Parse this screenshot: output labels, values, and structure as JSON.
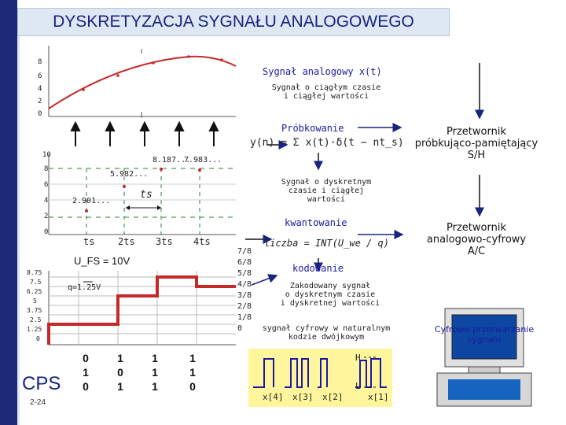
{
  "title": "DYSKRETYZACJA SYGNAŁU ANALOGOWEGO",
  "footer": {
    "logo": "CPS",
    "page": "2-24"
  },
  "stages": {
    "analog_label": "Sygnał analogowy x(t)",
    "analog_desc": "Sygnał o ciągłym czasie\ni ciągłej wartości",
    "sampling_label": "Próbkowanie",
    "sampled_desc": "Sygnał o dyskretnym\nczasie i ciągłej wartości",
    "quant_label": "kwantowanie",
    "coding_label": "kodowanie",
    "coded_desc": "Zakodowany sygnał\no dyskretnym czasie\ni dyskretnej wartości",
    "binary_desc": "sygnał cyfrowy w naturalnym\nkodzie dwójkowym",
    "sh_box": "Przetwornik\npróbkująco-pamiętający\nS/H",
    "adc_box": "Przetwornik\nanalogowo-cyfrowy\nA/C",
    "dsp_label": "Cyfrowe przetwarzanie\nsygnału"
  },
  "formulas": {
    "sampling": "y(n) = Σ x(t)·δ(t − nt_s)",
    "quant": "liczba = INT(U_we / q)"
  },
  "top_chart": {
    "y_ticks": [
      "8",
      "6",
      "4",
      "2",
      "0"
    ]
  },
  "mid_chart": {
    "y_ticks": [
      "10",
      "8",
      "6",
      "4",
      "2",
      "0"
    ],
    "values": [
      "2.901...",
      "5.982...",
      "8.187...",
      "7.983..."
    ],
    "ts_label": "ts",
    "x_ticks": [
      "ts",
      "2ts",
      "3ts",
      "4ts"
    ]
  },
  "quant_chart": {
    "ufs": "U_FS = 10V",
    "q": "q=1.25V",
    "y_ticks": [
      "8.75",
      "7.5",
      "6.25",
      "5",
      "3.75",
      "2.5",
      "1.25",
      "0"
    ],
    "levels": [
      "7/8",
      "6/8",
      "5/8",
      "4/8",
      "3/8",
      "2/8",
      "1/8",
      "0"
    ],
    "codes": [
      [
        "0",
        "1",
        "0"
      ],
      [
        "1",
        "0",
        "1"
      ],
      [
        "1",
        "1",
        "1"
      ],
      [
        "1",
        "1",
        "0"
      ]
    ]
  },
  "digital": {
    "high": "H",
    "low": "L",
    "x_labels": [
      "x[4]",
      "x[3]",
      "x[2]",
      "x[1]"
    ]
  },
  "colors": {
    "title_bg": "#dde8f2",
    "navy": "#1e2a78",
    "curve": "#c62828",
    "steps": "#c62828",
    "digital_bg": "#fff59d"
  }
}
